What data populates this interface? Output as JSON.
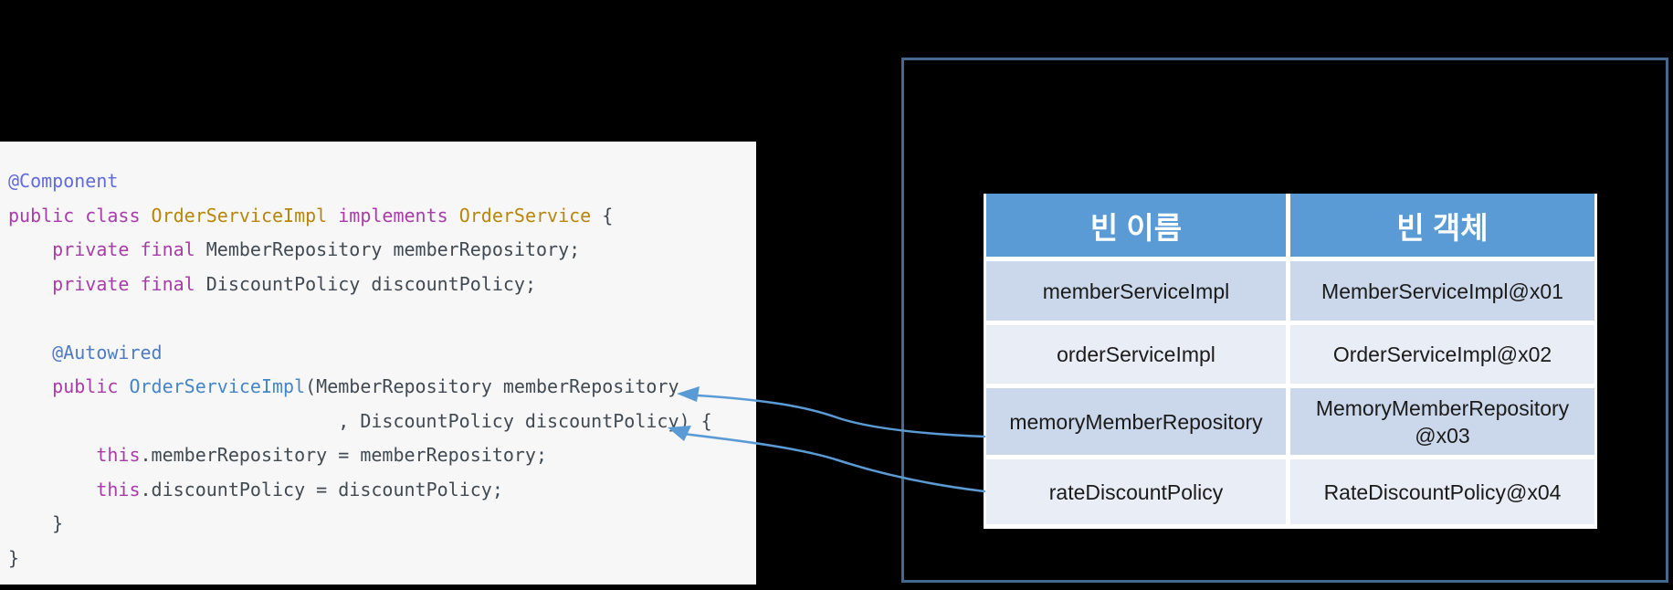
{
  "slide": {
    "background": "#000000",
    "description": "Spring component-scan slide: OrderServiceImpl source code with autowired constructor, linked by arrows to a spring-container bean table"
  },
  "code_panel": {
    "bg": "#F7F7F8",
    "lines": [
      [
        {
          "c": "ann",
          "t": "@Component"
        }
      ],
      [
        {
          "c": "kw",
          "t": "public class "
        },
        {
          "c": "cls",
          "t": "OrderServiceImpl"
        },
        {
          "c": "def",
          "t": " "
        },
        {
          "c": "kw",
          "t": "implements"
        },
        {
          "c": "def",
          "t": " "
        },
        {
          "c": "cls",
          "t": "OrderService"
        },
        {
          "c": "def",
          "t": " {"
        }
      ],
      [
        {
          "c": "def",
          "t": "    "
        },
        {
          "c": "kw",
          "t": "private final "
        },
        {
          "c": "def",
          "t": "MemberRepository memberRepository;"
        }
      ],
      [
        {
          "c": "def",
          "t": "    "
        },
        {
          "c": "kw",
          "t": "private final "
        },
        {
          "c": "def",
          "t": "DiscountPolicy discountPolicy;"
        }
      ],
      [
        {
          "c": "def",
          "t": ""
        }
      ],
      [
        {
          "c": "def",
          "t": "    "
        },
        {
          "c": "ann2",
          "t": "@Autowired"
        }
      ],
      [
        {
          "c": "def",
          "t": "    "
        },
        {
          "c": "kw",
          "t": "public "
        },
        {
          "c": "ctor",
          "t": "OrderServiceImpl"
        },
        {
          "c": "def",
          "t": "(MemberRepository memberRepository"
        }
      ],
      [
        {
          "c": "def",
          "t": "                              , DiscountPolicy discountPolicy) {"
        }
      ],
      [
        {
          "c": "def",
          "t": "        "
        },
        {
          "c": "kw",
          "t": "this"
        },
        {
          "c": "def",
          "t": ".memberRepository = memberRepository;"
        }
      ],
      [
        {
          "c": "def",
          "t": "        "
        },
        {
          "c": "kw",
          "t": "this"
        },
        {
          "c": "def",
          "t": ".discountPolicy = discountPolicy;"
        }
      ],
      [
        {
          "c": "def",
          "t": "    }"
        }
      ],
      [
        {
          "c": "def",
          "t": "}"
        }
      ]
    ]
  },
  "bean_table": {
    "headers": [
      {
        "label": "빈 이름"
      },
      {
        "label": "빈 객체"
      }
    ],
    "rows": [
      {
        "bean_name": "memberServiceImpl",
        "bean_object": "MemberServiceImpl@x01"
      },
      {
        "bean_name": "orderServiceImpl",
        "bean_object": "OrderServiceImpl@x02"
      },
      {
        "bean_name": "memoryMemberRepository",
        "bean_object": "MemoryMemberRepository\n@x03"
      },
      {
        "bean_name": "rateDiscountPolicy",
        "bean_object": "RateDiscountPolicy@x04"
      }
    ]
  },
  "arrows": [
    {
      "from": "memoryMemberRepository row",
      "to": "memberRepository constructor parameter"
    },
    {
      "from": "rateDiscountPolicy row",
      "to": "discountPolicy constructor parameter"
    }
  ],
  "colors": {
    "table_header_bg": "#5B9BD5",
    "row_band_dark": "#CBD7EA",
    "row_band_light": "#E9EDF6",
    "container_border": "#44688F",
    "arrow": "#5B9BD5",
    "code_keyword": "#A83CA8",
    "code_class": "#B8860B",
    "code_annotation": "#5F6BDF",
    "code_autowired": "#4E7BC4",
    "code_ctor": "#4585C8",
    "code_text": "#414A52"
  }
}
